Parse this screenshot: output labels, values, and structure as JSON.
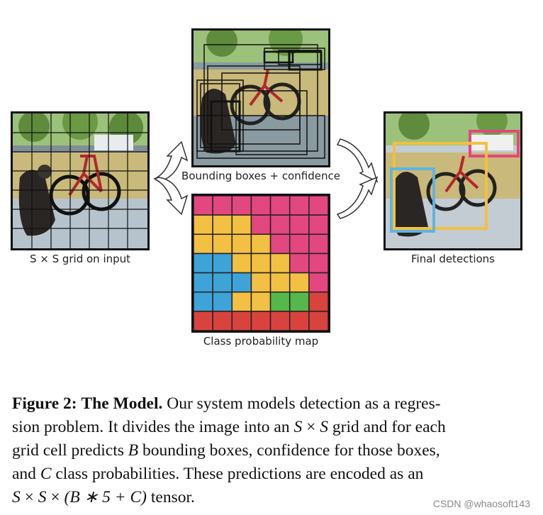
{
  "labels": {
    "input": "S × S grid on input",
    "boxes": "Bounding boxes + confidence",
    "classmap": "Class probability map",
    "final": "Final detections"
  },
  "caption": {
    "lead": "Figure 2:",
    "title": "The Model.",
    "p1": " Our system models detection as a regres-",
    "p2a": "sion problem. It divides the image into an ",
    "S": "S",
    "times": " × ",
    "p2b": " grid and for each",
    "p3a": "grid cell predicts ",
    "B": "B",
    "p3b": " bounding boxes, confidence for those boxes,",
    "p4a": "and ",
    "C": "C",
    "p4b": " class probabilities.  These predictions are encoded as an",
    "p5": "(B ∗ 5 + C)",
    "p5b": " tensor."
  },
  "watermark": "CSDN @whaosoft143",
  "colors": {
    "pink": "#e2477f",
    "yellow": "#f2c042",
    "blue": "#3ea3d6",
    "green": "#55b84a",
    "red": "#d9433d",
    "sky": "#5fb4e0"
  },
  "classmap_grid": [
    [
      "pink",
      "pink",
      "pink",
      "pink",
      "pink",
      "pink",
      "pink"
    ],
    [
      "yellow",
      "yellow",
      "yellow",
      "pink",
      "pink",
      "pink",
      "pink"
    ],
    [
      "yellow",
      "yellow",
      "yellow",
      "yellow",
      "pink",
      "pink",
      "pink"
    ],
    [
      "blue",
      "blue",
      "yellow",
      "yellow",
      "yellow",
      "pink",
      "pink"
    ],
    [
      "blue",
      "blue",
      "blue",
      "yellow",
      "yellow",
      "yellow",
      "pink"
    ],
    [
      "blue",
      "blue",
      "yellow",
      "yellow",
      "green",
      "green",
      "red"
    ],
    [
      "red",
      "red",
      "red",
      "red",
      "red",
      "red",
      "red"
    ]
  ]
}
